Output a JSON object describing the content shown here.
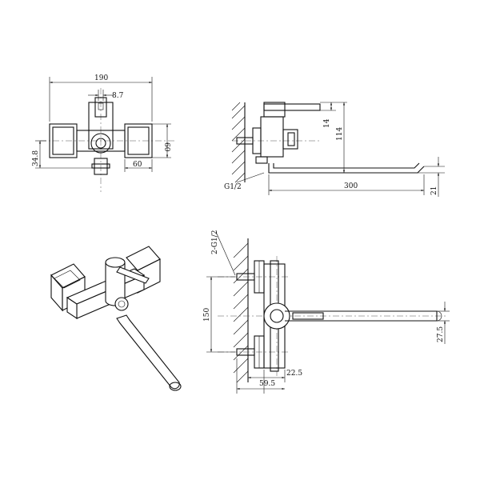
{
  "title": "",
  "front_view": {
    "dim_width": "190",
    "dim_handle": "8.7",
    "dim_height": "60",
    "dim_left_height": "34.8",
    "dim_offset": "60"
  },
  "side_view": {
    "dim_thread": "G1/2",
    "dim_top": "14",
    "dim_height": "114",
    "dim_spout_length": "300",
    "dim_spout_drop": "21"
  },
  "top_view": {
    "dim_thread": "2-G1/2",
    "dim_spacing": "150",
    "dim_wall_offset": "22.5",
    "dim_depth": "59.5",
    "dim_spout_width": "27.5"
  }
}
